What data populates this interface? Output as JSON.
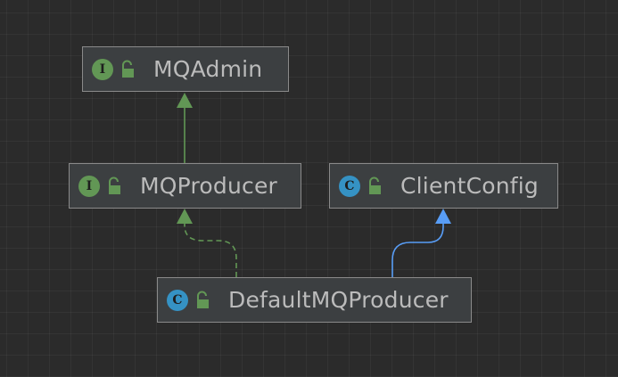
{
  "diagram": {
    "nodes": {
      "mqadmin": {
        "badge": "I",
        "kind": "interface",
        "label": "MQAdmin"
      },
      "mqproducer": {
        "badge": "I",
        "kind": "interface",
        "label": "MQProducer"
      },
      "clientconfig": {
        "badge": "C",
        "kind": "class",
        "label": "ClientConfig"
      },
      "defaultmqproducer": {
        "badge": "C",
        "kind": "class",
        "label": "DefaultMQProducer"
      }
    },
    "edges": [
      {
        "from": "MQProducer",
        "to": "MQAdmin",
        "relation": "extends",
        "style": "solid",
        "color": "#629755"
      },
      {
        "from": "DefaultMQProducer",
        "to": "MQProducer",
        "relation": "implements",
        "style": "dashed",
        "color": "#629755"
      },
      {
        "from": "DefaultMQProducer",
        "to": "ClientConfig",
        "relation": "extends",
        "style": "solid",
        "color": "#589df6"
      }
    ],
    "colors": {
      "background": "#2b2b2b",
      "node_fill": "#3c3f41",
      "node_border": "#8a8a8a",
      "text": "#bbbbbb",
      "interface_badge": "#629755",
      "class_badge": "#3592c4",
      "lock": "#629755",
      "interface_arrow": "#629755",
      "class_arrow": "#589df6"
    },
    "icons": {
      "interface": "interface-badge-icon",
      "class": "class-badge-icon",
      "visibility": "open-lock-icon"
    }
  }
}
